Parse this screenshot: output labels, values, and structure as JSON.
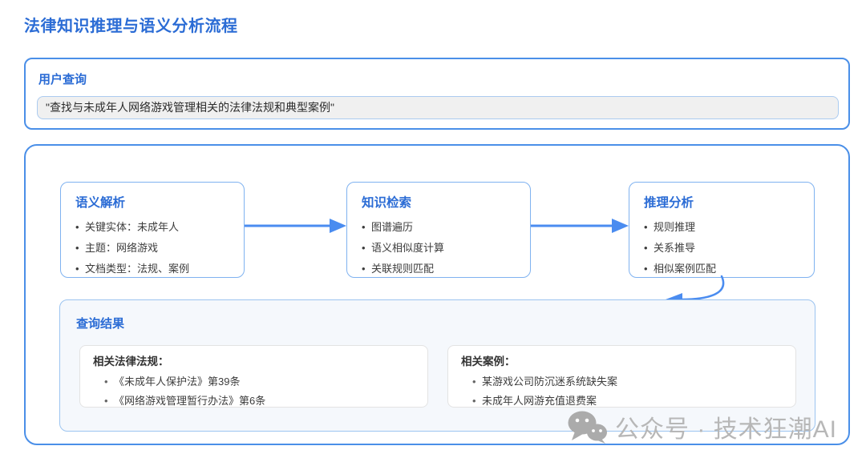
{
  "page": {
    "title": "法律知识推理与语义分析流程"
  },
  "query": {
    "label": "用户查询",
    "value": "\"查找与未成年人网络游戏管理相关的法律法规和典型案例\""
  },
  "flow": {
    "steps": [
      {
        "title": "语义解析",
        "items": [
          "关键实体：未成年人",
          "主题：网络游戏",
          "文档类型：法规、案例"
        ]
      },
      {
        "title": "知识检索",
        "items": [
          "图谱遍历",
          "语义相似度计算",
          "关联规则匹配"
        ]
      },
      {
        "title": "推理分析",
        "items": [
          "规则推理",
          "关系推导",
          "相似案例匹配"
        ]
      }
    ],
    "results": {
      "label": "查询结果",
      "groups": [
        {
          "heading": "相关法律法规：",
          "items": [
            "《未成年人保护法》第39条",
            "《网络游戏管理暂行办法》第6条"
          ]
        },
        {
          "heading": "相关案例：",
          "items": [
            "某游戏公司防沉迷系统缺失案",
            "未成年人网游充值退费案"
          ]
        }
      ]
    }
  },
  "watermark": {
    "icon": "wechat-icon",
    "text": "公众号 · 技术狂潮AI"
  },
  "colors": {
    "accent": "#2b6cd5",
    "border_strong": "#4a8fe8",
    "border_light": "#7fb2f0",
    "arrow": "#4a8cf0",
    "results_bg": "#f5f8fc",
    "results_border": "#9cc4f0",
    "subcard_border": "#e3e3e3",
    "input_bg": "#f0f0f0",
    "input_border": "#abcbf0",
    "text_dark": "#3c3c3c",
    "watermark": "#b7b7b7"
  }
}
